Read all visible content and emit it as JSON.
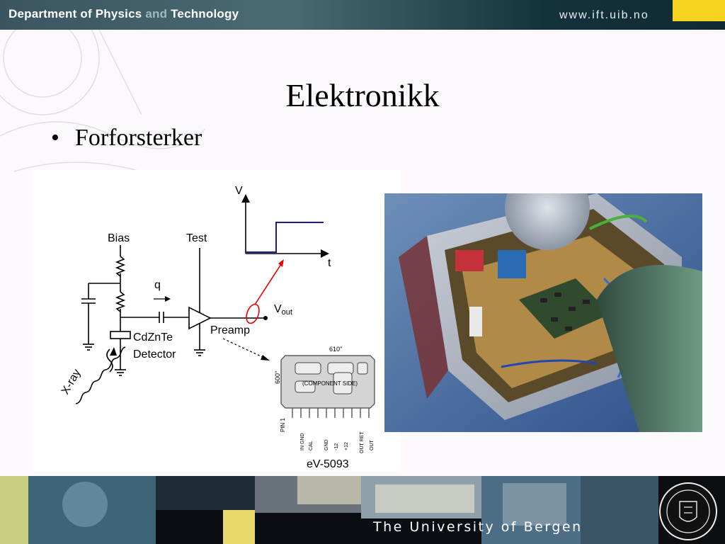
{
  "header": {
    "department_prefix": "Department of Physics ",
    "department_and": "and",
    "department_suffix": " Technology",
    "website": "www.ift.uib.no"
  },
  "slide": {
    "title": "Elektronikk",
    "bullet_marker": "•",
    "bullet": "Forforsterker"
  },
  "schematic": {
    "bias": "Bias",
    "test": "Test",
    "q": "q",
    "detector_1": "CdZnTe",
    "detector_2": "Detector",
    "preamp": "Preamp",
    "vout": "V",
    "vout_sub": "out",
    "xray": "X-ray",
    "graph_v": "V",
    "graph_t": "t",
    "module_width": "610\"",
    "module_height": "600\"",
    "component_side": "(COMPONENT SIDE)",
    "pin1": "PIN 1",
    "pins": [
      "IN GND",
      "CAL",
      "GND",
      "-12",
      "+12",
      "OUT RET",
      "OUT"
    ],
    "module_name": "eV-5093"
  },
  "footer": {
    "university": "The University of Bergen"
  }
}
